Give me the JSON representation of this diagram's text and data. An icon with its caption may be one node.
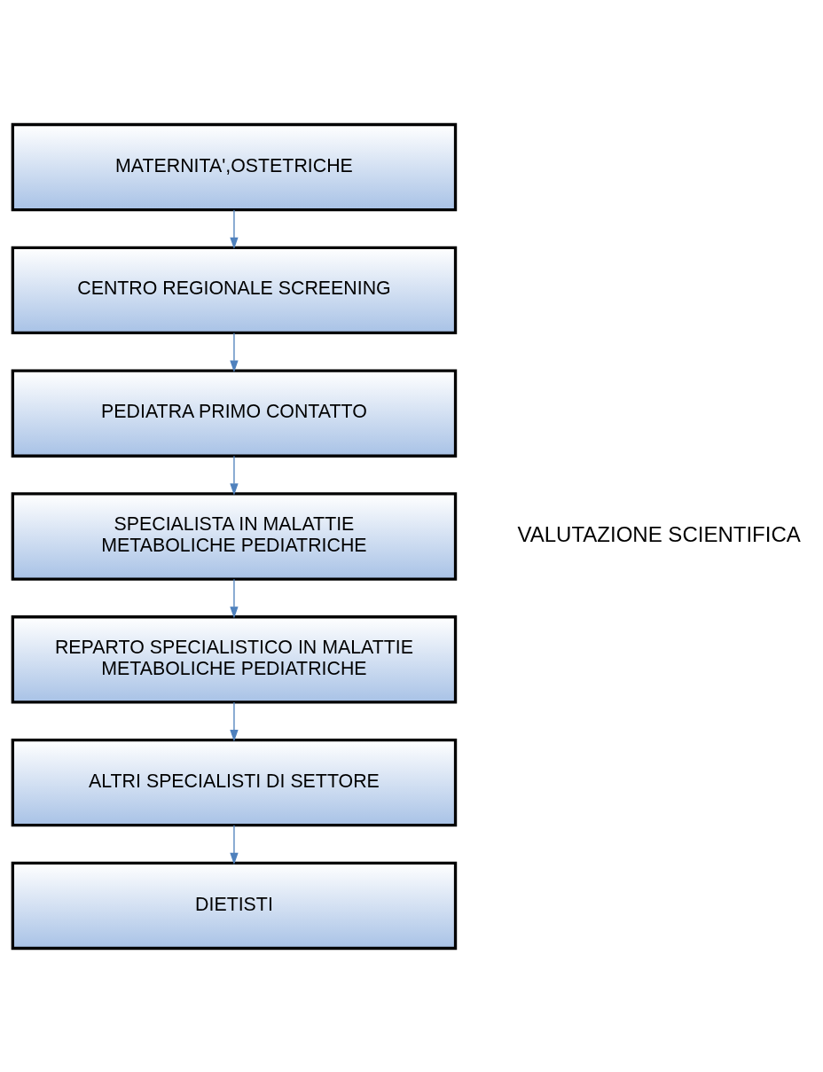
{
  "diagram": {
    "nodes": [
      {
        "text": [
          "MATERNITA',OSTETRICHE"
        ]
      },
      {
        "text": [
          "CENTRO REGIONALE SCREENING"
        ]
      },
      {
        "text": [
          "PEDIATRA PRIMO CONTATTO"
        ]
      },
      {
        "text": [
          "SPECIALISTA IN MALATTIE METABOLICHE PEDIATRICHE"
        ]
      },
      {
        "text": [
          "REPARTO SPECIALISTICO IN MALATTIE METABOLICHE PEDIATRICHE"
        ]
      },
      {
        "text": [
          "ALTRI SPECIALISTI DI SETTORE"
        ]
      },
      {
        "text": [
          "DIETISTI"
        ]
      }
    ],
    "edges": [
      {
        "from": 0,
        "to": 1,
        "arrow": "to"
      },
      {
        "from": 1,
        "to": 2,
        "arrow": "to"
      },
      {
        "from": 2,
        "to": 3,
        "arrow": "to"
      },
      {
        "from": 3,
        "to": 4,
        "arrow": "to"
      },
      {
        "from": 4,
        "to": 5,
        "arrow": "to"
      },
      {
        "from": 5,
        "to": 6,
        "arrow": "to"
      }
    ],
    "labels": [
      "VALUTAZIONE SCIENTIFICA"
    ]
  }
}
